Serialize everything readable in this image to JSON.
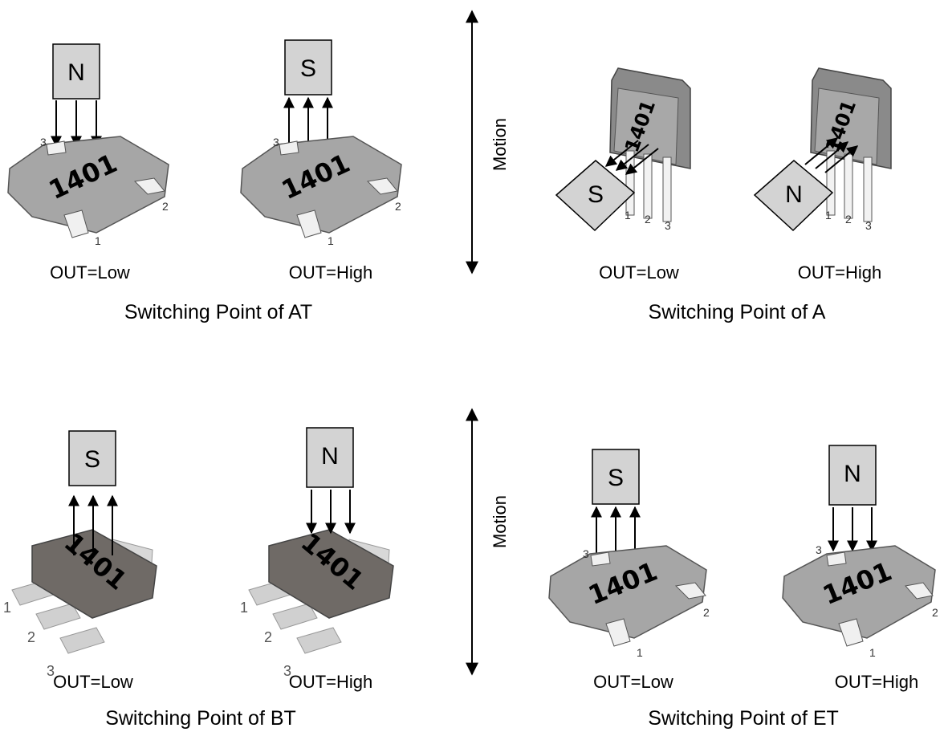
{
  "motion_label": "Motion",
  "chip_text": "1401",
  "panels": {
    "at": {
      "title": "Switching Point of AT",
      "left": {
        "pole": "N",
        "out": "OUT=Low"
      },
      "right": {
        "pole": "S",
        "out": "OUT=High"
      }
    },
    "a": {
      "title": "Switching Point of A",
      "left": {
        "pole": "S",
        "out": "OUT=Low"
      },
      "right": {
        "pole": "N",
        "out": "OUT=High"
      }
    },
    "bt": {
      "title": "Switching Point of BT",
      "left": {
        "pole": "S",
        "out": "OUT=Low"
      },
      "right": {
        "pole": "N",
        "out": "OUT=High"
      }
    },
    "et": {
      "title": "Switching Point of ET",
      "left": {
        "pole": "S",
        "out": "OUT=Low"
      },
      "right": {
        "pole": "N",
        "out": "OUT=High"
      }
    }
  },
  "pins": {
    "p1": "1",
    "p2": "2",
    "p3": "3"
  },
  "colors": {
    "magnet_fill": "#d3d3d3",
    "chip_light": "#a6a6a6",
    "chip_dark": "#6f6a66"
  }
}
